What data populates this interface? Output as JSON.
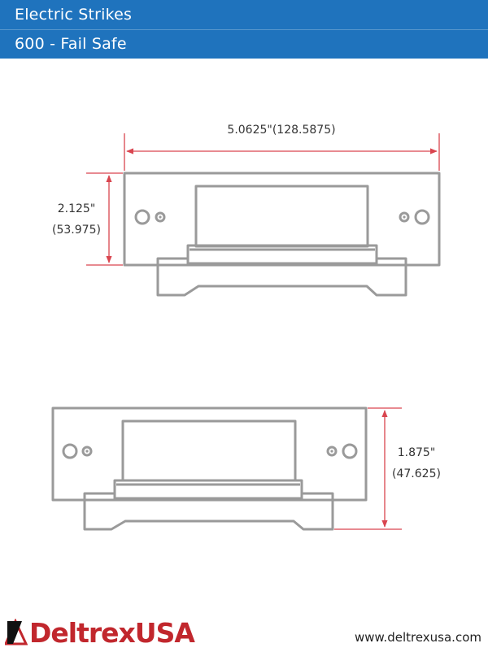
{
  "header": {
    "line1": "Electric Strikes",
    "line2": "600 - Fail Safe",
    "background": "#1f73bd"
  },
  "top_view": {
    "width_dimension": "5.0625\"(128.5875)",
    "height_dimension_in": "2.125\"",
    "height_dimension_mm": "(53.975)"
  },
  "bottom_view": {
    "height_dimension_in": "1.875\"",
    "height_dimension_mm": "(47.625)"
  },
  "footer": {
    "logo_text": "DeltrexUSA",
    "website": "www.deltrexusa.com",
    "logo_color": "#c1272d"
  },
  "colors": {
    "outline": "#9a9a9a",
    "dimension": "#d9454f"
  }
}
